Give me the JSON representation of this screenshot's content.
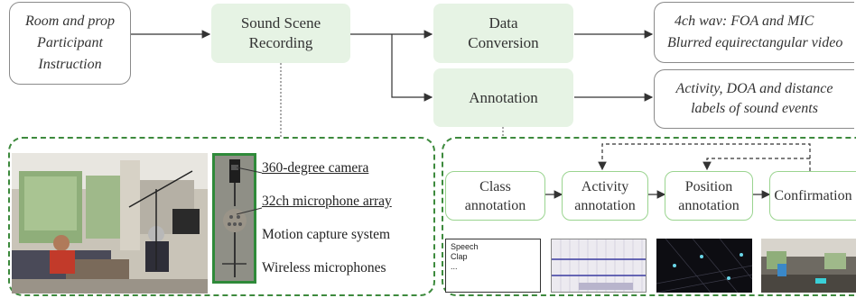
{
  "inputs_box": {
    "lines": [
      "Room and prop",
      "Participant",
      "Instruction"
    ]
  },
  "recording": {
    "lines": [
      "Sound Scene",
      "Recording"
    ]
  },
  "conversion": {
    "lines": [
      "Data",
      "Conversion"
    ]
  },
  "annotation": {
    "label": "Annotation"
  },
  "outputs": {
    "wav_lines": [
      "4ch wav: FOA and MIC",
      "Blurred equirectangular video"
    ],
    "labels_lines": [
      "Activity, DOA and distance",
      "labels of sound events"
    ]
  },
  "equipment": {
    "items": [
      "360-degree camera",
      "32ch microphone array",
      "Motion capture system",
      "Wireless microphones"
    ]
  },
  "steps": [
    {
      "lines": [
        "Class",
        "annotation"
      ]
    },
    {
      "lines": [
        "Activity",
        "annotation"
      ]
    },
    {
      "lines": [
        "Position",
        "annotation"
      ]
    },
    {
      "lines": [
        "Confirmation"
      ]
    }
  ],
  "class_list": {
    "items": [
      "Speech",
      "Clap",
      "..."
    ]
  },
  "colors": {
    "green_fill": "#e6f3e4",
    "step_border": "#9ad48f",
    "panel_dash": "#3d8a3d"
  }
}
